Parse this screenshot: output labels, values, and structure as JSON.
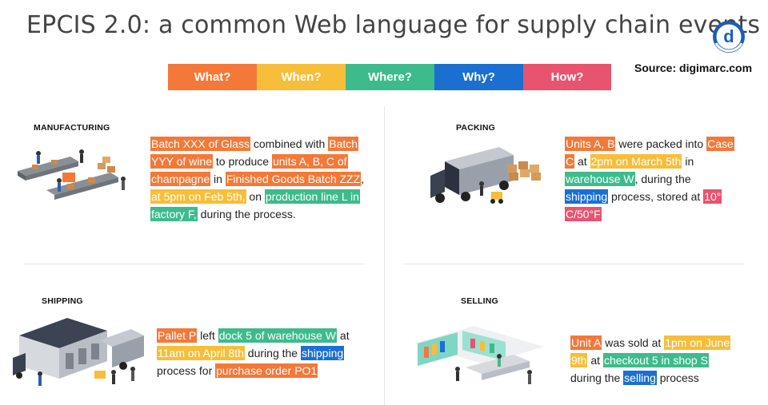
{
  "title": "EPCIS 2.0: a common Web language for supply chain events",
  "source": "Source: digimarc.com",
  "logo_letter": "d",
  "colors": {
    "what": "#f47838",
    "when": "#f7be3a",
    "where": "#3dbb8c",
    "why": "#1b6fd1",
    "how": "#e8536e"
  },
  "questions": [
    {
      "label": "What?",
      "key": "what"
    },
    {
      "label": "When?",
      "key": "when"
    },
    {
      "label": "Where?",
      "key": "where"
    },
    {
      "label": "Why?",
      "key": "why"
    },
    {
      "label": "How?",
      "key": "how"
    }
  ],
  "sections": {
    "manufacturing": {
      "title": "MANUFACTURING",
      "segments": [
        {
          "t": "Batch XXX of Glass",
          "c": "what"
        },
        {
          "t": " combined with ",
          "c": ""
        },
        {
          "t": "Batch YYY of wine",
          "c": "what"
        },
        {
          "t": " to produce ",
          "c": ""
        },
        {
          "t": "units A, B, C of champagne",
          "c": "what"
        },
        {
          "t": " in ",
          "c": ""
        },
        {
          "t": "Finished Goods Batch ZZZ",
          "c": "what"
        },
        {
          "t": ", ",
          "c": ""
        },
        {
          "t": "at 5pm on Feb 5th,",
          "c": "when"
        },
        {
          "t": " on ",
          "c": ""
        },
        {
          "t": "production line L in factory F,",
          "c": "where"
        },
        {
          "t": " during the process.",
          "c": ""
        }
      ]
    },
    "packing": {
      "title": "PACKING",
      "segments": [
        {
          "t": "Units A, B",
          "c": "what"
        },
        {
          "t": " were packed into ",
          "c": ""
        },
        {
          "t": "Case C",
          "c": "what"
        },
        {
          "t": " at ",
          "c": ""
        },
        {
          "t": "2pm on March 5th",
          "c": "when"
        },
        {
          "t": " in ",
          "c": ""
        },
        {
          "t": "warehouse W",
          "c": "where"
        },
        {
          "t": ", during the ",
          "c": ""
        },
        {
          "t": "shipping",
          "c": "why"
        },
        {
          "t": " process, stored at ",
          "c": ""
        },
        {
          "t": "10° C/50°F",
          "c": "how"
        }
      ]
    },
    "shipping": {
      "title": "SHIPPING",
      "segments": [
        {
          "t": "Pallet P",
          "c": "what"
        },
        {
          "t": " left ",
          "c": ""
        },
        {
          "t": "dock 5 of warehouse W",
          "c": "where"
        },
        {
          "t": " at ",
          "c": ""
        },
        {
          "t": "11am on April 8th",
          "c": "when"
        },
        {
          "t": " during the ",
          "c": ""
        },
        {
          "t": "shipping",
          "c": "why"
        },
        {
          "t": " process for ",
          "c": ""
        },
        {
          "t": "purchase order PO1",
          "c": "what"
        }
      ]
    },
    "selling": {
      "title": "SELLING",
      "segments": [
        {
          "t": "Unit A",
          "c": "what"
        },
        {
          "t": " was sold at ",
          "c": ""
        },
        {
          "t": "1pm on June 9th",
          "c": "when"
        },
        {
          "t": " at ",
          "c": ""
        },
        {
          "t": "checkout 5 in shop S",
          "c": "where"
        },
        {
          "t": " during the ",
          "c": ""
        },
        {
          "t": "selling",
          "c": "why"
        },
        {
          "t": " process",
          "c": ""
        }
      ]
    }
  }
}
